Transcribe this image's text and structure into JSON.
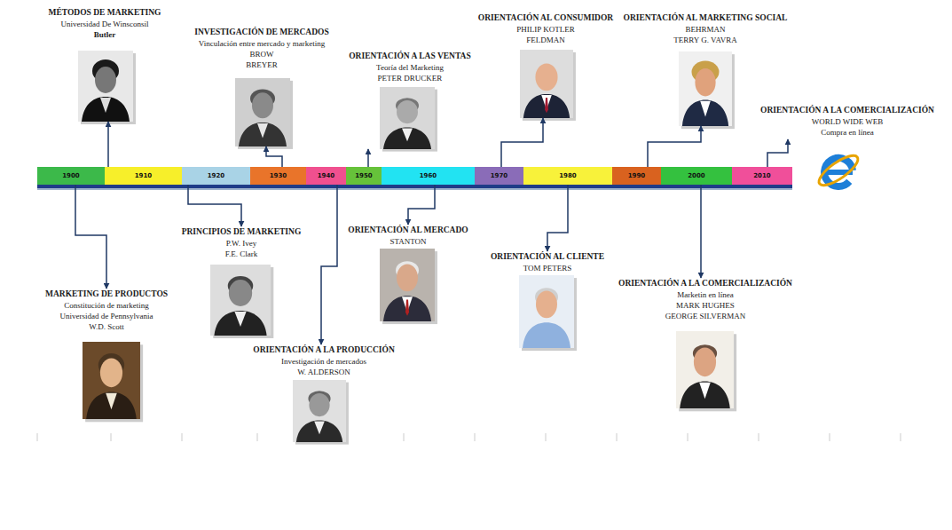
{
  "diagram": {
    "nodes": [
      {
        "text": [
          "1900"
        ]
      },
      {
        "text": [
          "1910"
        ]
      },
      {
        "text": [
          "1920"
        ]
      },
      {
        "text": [
          "1930"
        ]
      },
      {
        "text": [
          "1940"
        ]
      },
      {
        "text": [
          "1950"
        ]
      },
      {
        "text": [
          "1960"
        ]
      },
      {
        "text": [
          "1970"
        ]
      },
      {
        "text": [
          "1980"
        ]
      },
      {
        "text": [
          "1990"
        ]
      },
      {
        "text": [
          "2000"
        ]
      },
      {
        "text": [
          "2010"
        ]
      },
      {
        "text": [
          "MARKETING DE PRODUCTOS",
          "Constitución de marketing",
          "Universidad de Pennsylvania",
          "W.D. Scott"
        ]
      },
      {
        "text": [
          "MÉTODOS DE MARKETING",
          "Universidad De Winsconsil",
          "Butler"
        ]
      },
      {
        "text": [
          "PRINCIPIOS DE MARKETING",
          "P.W. Ivey",
          "F.E. Clark"
        ]
      },
      {
        "text": [
          "INVESTIGACIÓN DE MERCADOS",
          "Vinculación entre mercado y marketing",
          "BROW",
          "BREYER"
        ]
      },
      {
        "text": [
          "ORIENTACIÓN A LA PRODUCCIÓN",
          "Investigación de mercados",
          "W. ALDERSON"
        ]
      },
      {
        "text": [
          "ORIENTACIÓN A LAS VENTAS",
          "Teoría del Marketing",
          "PETER DRUCKER"
        ]
      },
      {
        "text": [
          "ORIENTACIÓN AL MERCADO",
          "STANTON"
        ]
      },
      {
        "text": [
          "ORIENTACIÓN AL CONSUMIDOR",
          "PHILIP KOTLER",
          "FELDMAN"
        ]
      },
      {
        "text": [
          "ORIENTACIÓN AL CLIENTE",
          "TOM PETERS"
        ]
      },
      {
        "text": [
          "ORIENTACIÓN AL MARKETING SOCIAL",
          "BEHRMAN",
          "TERRY G. VAVRA"
        ]
      },
      {
        "text": [
          "ORIENTACIÓN A LA COMERCIALIZACIÓN",
          "Marketin en línea",
          "MARK HUGHES",
          "GEORGE SILVERMAN"
        ]
      },
      {
        "text": [
          "ORIENTACIÓN A LA COMERCIALIZACIÓN",
          "WORLD WIDE WEB",
          "Compra en línea"
        ]
      }
    ],
    "edges": [
      {
        "from": 0,
        "to": 12,
        "arrow": "to"
      },
      {
        "from": 1,
        "to": 13,
        "arrow": "to"
      },
      {
        "from": 2,
        "to": 14,
        "arrow": "to"
      },
      {
        "from": 3,
        "to": 15,
        "arrow": "to"
      },
      {
        "from": 4,
        "to": 16,
        "arrow": "to"
      },
      {
        "from": 5,
        "to": 17,
        "arrow": "to"
      },
      {
        "from": 6,
        "to": 18,
        "arrow": "to"
      },
      {
        "from": 7,
        "to": 19,
        "arrow": "to"
      },
      {
        "from": 8,
        "to": 20,
        "arrow": "to"
      },
      {
        "from": 9,
        "to": 21,
        "arrow": "to"
      },
      {
        "from": 10,
        "to": 22,
        "arrow": "to"
      },
      {
        "from": 11,
        "to": 23,
        "arrow": "to"
      }
    ]
  }
}
